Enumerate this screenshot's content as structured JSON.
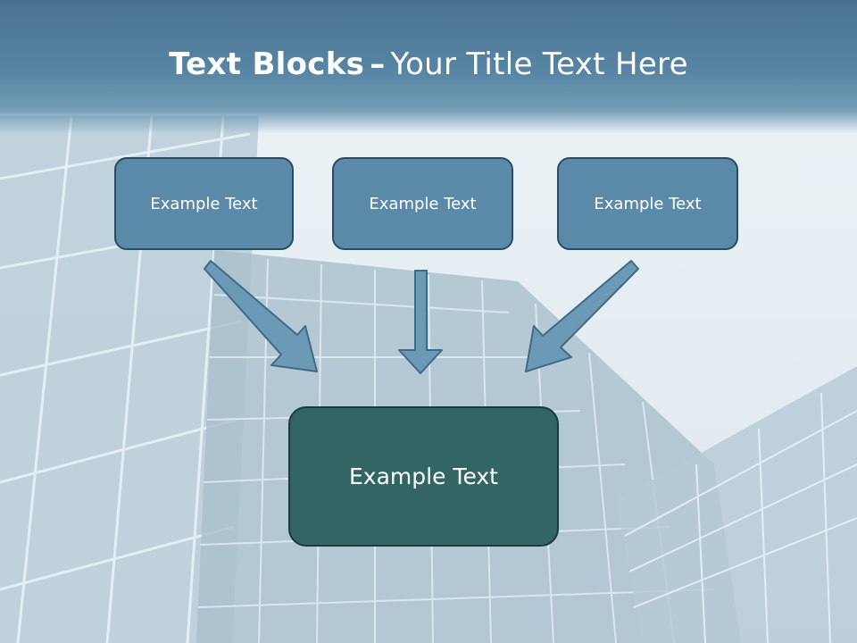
{
  "slide": {
    "title_bold": "Text Blocks",
    "title_dash": "–",
    "title_rest": "Your Title Text Here",
    "blocks": [
      {
        "label": "Example Text"
      },
      {
        "label": "Example Text"
      },
      {
        "label": "Example Text"
      }
    ],
    "main_block": {
      "label": "Example Text"
    }
  },
  "colors": {
    "title_bar": "#5886a5",
    "block_fill": "#5b8aa8",
    "main_fill": "#336565",
    "arrow_fill": "#6c9ab6"
  }
}
